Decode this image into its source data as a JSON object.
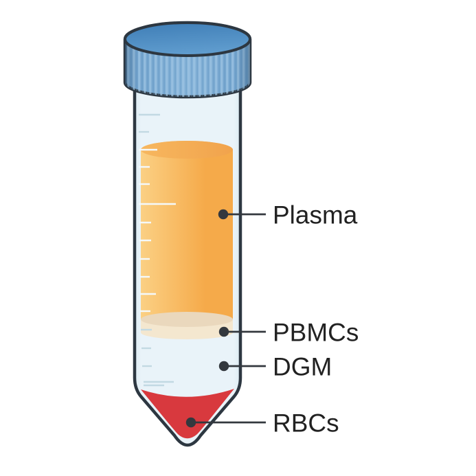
{
  "diagram": {
    "type": "conical-centrifuge-tube-layers",
    "labels": [
      {
        "id": "plasma",
        "text": "Plasma",
        "layer_color": "#f8c26a"
      },
      {
        "id": "pbmcs",
        "text": "PBMCs",
        "layer_color": "#f0dfc5"
      },
      {
        "id": "dgm",
        "text": "DGM",
        "layer_color": "#eaf3f7"
      },
      {
        "id": "rbcs",
        "text": "RBCs",
        "layer_color": "#d8393e"
      }
    ]
  },
  "colors": {
    "background": "#ffffff",
    "outline": "#2d3741",
    "tube_fill": "#e9f3f9",
    "tube_fill_edge": "#dcebf3",
    "cap_top_start": "#3e7db6",
    "cap_top_end": "#5f9cce",
    "cap_side_edge": "#6fa0ca",
    "cap_side_center": "#87b4d9",
    "cap_stripe_light": "#9dc4e2",
    "cap_stripe_dark": "#6094c1",
    "plasma_left": "#fbd084",
    "plasma_right": "#f5aa4a",
    "plasma_surface_left": "#f7b75f",
    "plasma_surface_right": "#f1a34c",
    "pbmc_band": "#f4e7cf",
    "pbmc_surface": "#ead8bd",
    "rbc": "#d8393e",
    "tick_blue": "#c2d9e3",
    "tick_light": "#f4f9fb",
    "leader_line": "#33383e",
    "label_text": "#212121"
  }
}
